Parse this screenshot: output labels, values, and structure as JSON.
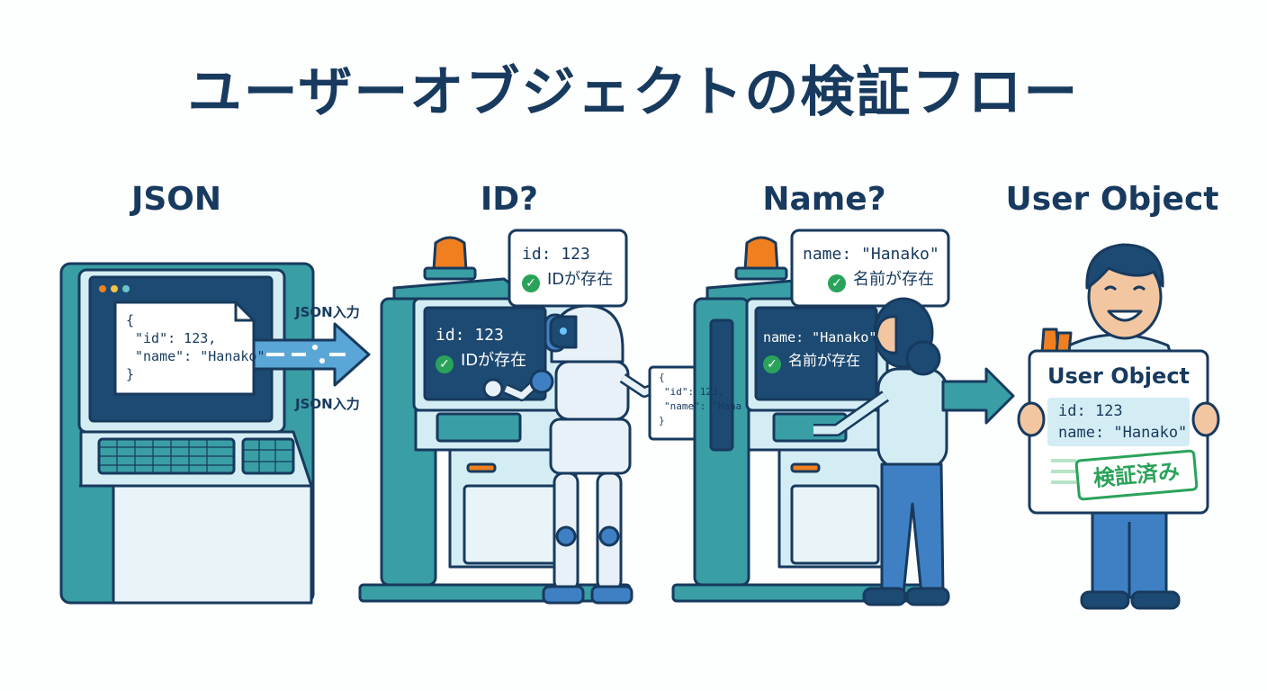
{
  "title": "ユーザーオブジェクトの検証フロー",
  "steps": [
    {
      "label": "JSON"
    },
    {
      "label": "ID?"
    },
    {
      "label": "Name?"
    },
    {
      "label": "User Object"
    }
  ],
  "json_doc": {
    "open": "{",
    "line_id": "\"id\": 123,",
    "line_name": "\"name\": \"Hanako\"",
    "close": "}"
  },
  "arrow_labels": {
    "top": "JSON入力",
    "bottom": "JSON入力"
  },
  "id_check": {
    "bubble_line1": "id: 123",
    "bubble_line2": "IDが存在",
    "screen_line1": "id: 123",
    "screen_line2": "IDが存在"
  },
  "handoff_doc": {
    "open": "{",
    "line_id": "\"id\": 123,",
    "line_name": "\"name\": \"Hana",
    "close": "}"
  },
  "name_check": {
    "bubble_line1": "name: \"Hanako\"",
    "bubble_line2": "名前が存在",
    "screen_line1": "name: \"Hanako\"",
    "screen_line2": "名前が存在"
  },
  "user_card": {
    "heading": "User Object",
    "field_id": "id: 123",
    "field_name": "name: \"Hanako\"",
    "stamp": "検証済み"
  },
  "colors": {
    "navy": "#173a5e",
    "teal": "#3a9ea5",
    "light_blue": "#d4ecf3",
    "screen": "#1d4a72",
    "green": "#2aa35a",
    "orange": "#f0801f",
    "blue": "#3f80c4"
  }
}
